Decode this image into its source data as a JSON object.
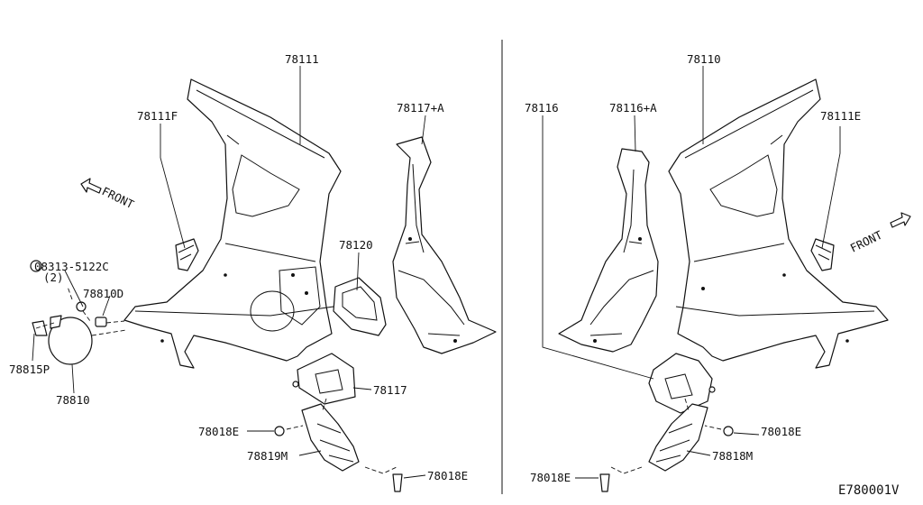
{
  "diagram": {
    "code": "E780001V",
    "front_label": "FRONT",
    "left_side": {
      "labels": {
        "outer_panel": "78111",
        "outer_panel_front_piece": "78111F",
        "pillar_reinforcement": "78117+A",
        "filler_pocket": "78120",
        "bolt": "08313-5122C",
        "bolt_qty": "(2)",
        "filler_lid_spring": "78810D",
        "lid_hinge": "78815P",
        "filler_lid": "78810",
        "base": "78117",
        "screw_upper": "78018E",
        "mudguard_bracket": "78819M",
        "screw_lower": "78018E"
      }
    },
    "right_side": {
      "labels": {
        "outer_panel": "78110",
        "inner_panel": "78116",
        "pillar_reinforcement": "78116+A",
        "outer_panel_front_piece": "78111E",
        "screw_upper": "78018E",
        "mudguard_bracket": "78818M",
        "screw_lower": "78018E"
      }
    }
  }
}
